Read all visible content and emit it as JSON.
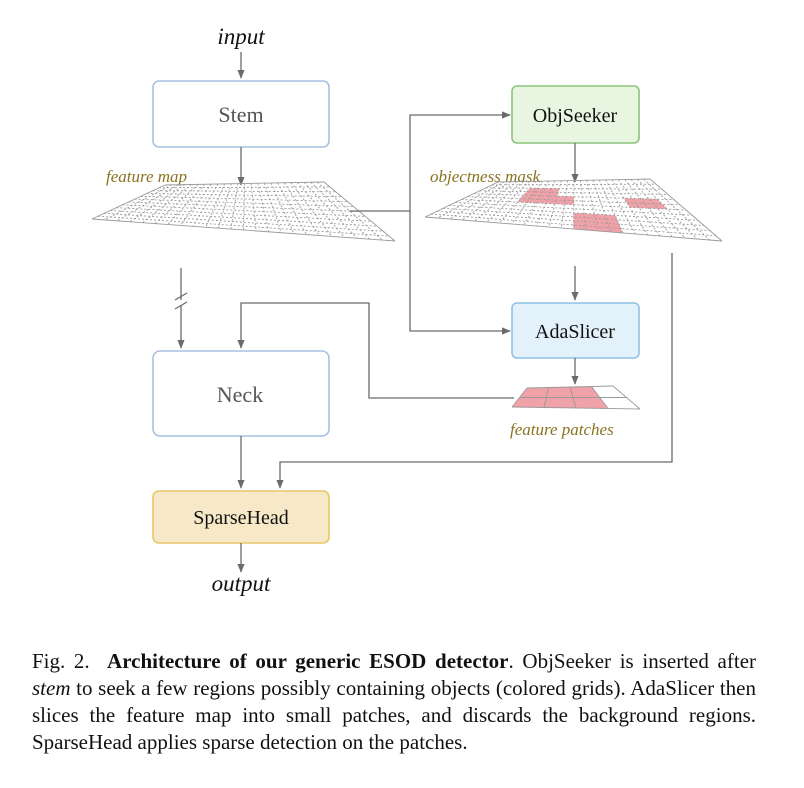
{
  "labels": {
    "input": "input",
    "output": "output",
    "feature_map": "feature map",
    "objectness_mask": "objectness mask",
    "feature_patches": "feature patches"
  },
  "nodes": {
    "stem": "Stem",
    "objseeker": "ObjSeeker",
    "adaslicer": "AdaSlicer",
    "neck": "Neck",
    "sparsehead": "SparseHead"
  },
  "colors": {
    "stem_border": "#a9bfe3",
    "objseeker_fill": "#e8f5e0",
    "objseeker_border": "#8cc27a",
    "adaslicer_fill": "#e3f1fb",
    "adaslicer_border": "#8fc1e6",
    "sparsehead_fill": "#f7e9c8",
    "sparsehead_border": "#e8c76a",
    "label_gold": "#8a7320",
    "highlight": "#f1a1a8"
  },
  "caption": {
    "fig": "Fig. 2.",
    "title": "Architecture of our generic ESOD detector",
    "s1": ". ObjSeeker is inserted after ",
    "stem_word": "stem",
    "s2": " to seek a few regions possibly containing objects (colored grids). AdaSlicer then slices the feature map into small patches, and discards the background regions. SparseHead applies sparse detection on the patches."
  }
}
